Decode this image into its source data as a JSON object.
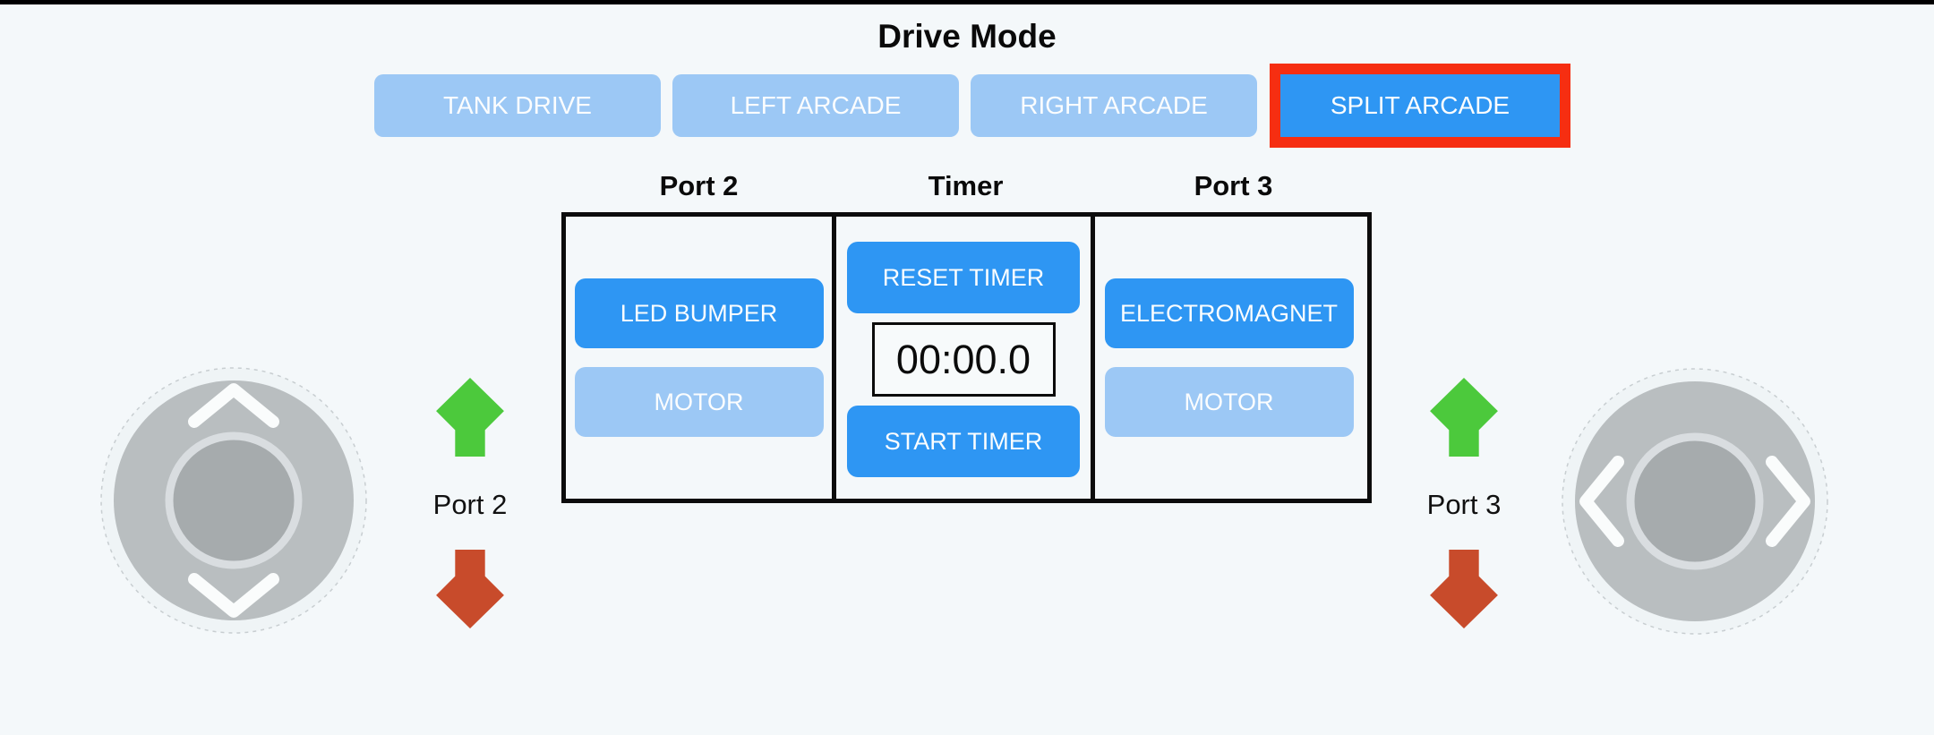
{
  "header": {
    "title": "Drive Mode"
  },
  "drive_mode_buttons": [
    {
      "label": "TANK DRIVE",
      "state": "inactive"
    },
    {
      "label": "LEFT ARCADE",
      "state": "inactive"
    },
    {
      "label": "RIGHT ARCADE",
      "state": "inactive"
    },
    {
      "label": "SPLIT ARCADE",
      "state": "active-selected"
    }
  ],
  "panel": {
    "port2": {
      "header": "Port 2",
      "buttons": [
        {
          "label": "LED BUMPER",
          "state": "active"
        },
        {
          "label": "MOTOR",
          "state": "inactive"
        }
      ]
    },
    "timer": {
      "header": "Timer",
      "reset_button": "RESET TIMER",
      "display": "00:00.0",
      "start_button": "START TIMER"
    },
    "port3": {
      "header": "Port 3",
      "buttons": [
        {
          "label": "ELECTROMAGNET",
          "state": "active"
        },
        {
          "label": "MOTOR",
          "state": "inactive"
        }
      ]
    }
  },
  "indicators": {
    "left": {
      "label": "Port 2",
      "up_icon": "green-up-arrow",
      "down_icon": "red-down-arrow"
    },
    "right": {
      "label": "Port 3",
      "up_icon": "green-up-arrow",
      "down_icon": "red-down-arrow"
    }
  },
  "joysticks": {
    "left": {
      "axis": "vertical"
    },
    "right": {
      "axis": "horizontal"
    }
  },
  "colors": {
    "background": "#f4f8fa",
    "top_bar": "#000000",
    "button_active_blue": "#2e96f3",
    "button_inactive_blue": "#9cc8f5",
    "selected_outline_red": "#f62e11",
    "arrow_green": "#4cc93c",
    "arrow_red": "#c84b2b",
    "panel_border": "#0c0c0c",
    "joystick_disk": "#b9bec0",
    "joystick_knob": "#a6abad"
  }
}
